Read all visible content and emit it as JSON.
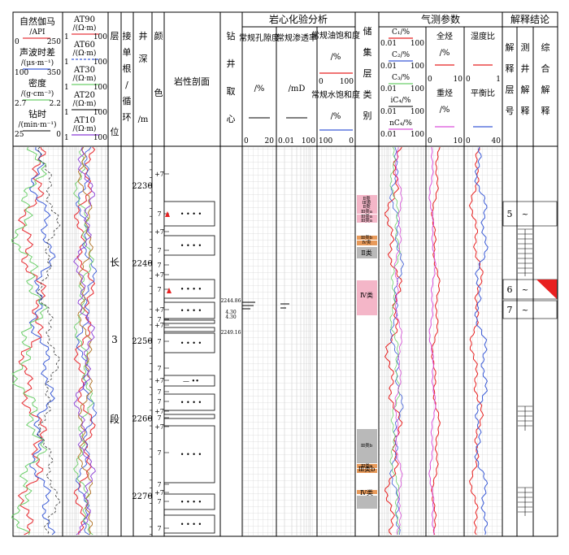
{
  "header": {
    "yanxin_title": "岩心化验分析",
    "qice_title": "气测参数",
    "jieshi_title": "解释结论"
  },
  "curve_tracks": [
    {
      "name": "自然伽马",
      "unit": "/API",
      "scale": [
        "0",
        "250"
      ],
      "color": "#e8383d"
    },
    {
      "name": "声波时差",
      "unit": "/(μs·m⁻¹)",
      "scale": [
        "100",
        "350"
      ],
      "color": "#3b5bd6"
    },
    {
      "name": "密度",
      "unit": "/(g·cm⁻³)",
      "scale": [
        "2.7",
        "2.2"
      ],
      "color": "#6ccf6a"
    },
    {
      "name": "钻时",
      "unit": "/(min·m⁻¹)",
      "scale": [
        "25",
        "0"
      ],
      "color": "#333333"
    }
  ],
  "resistivity_tracks": [
    {
      "name": "AT90",
      "unit": "/(Ω·m)",
      "scale": [
        "1",
        "100"
      ],
      "color": "#e8383d"
    },
    {
      "name": "AT60",
      "unit": "/(Ω·m)",
      "scale": [
        "1",
        "100"
      ],
      "color": "#3b5bd6"
    },
    {
      "name": "AT30",
      "unit": "/(Ω·m)",
      "scale": [
        "1",
        "100"
      ],
      "color": "#6ccf6a"
    },
    {
      "name": "AT20",
      "unit": "/(Ω·m)",
      "scale": [
        "1",
        "100"
      ],
      "color": "#333333"
    },
    {
      "name": "AT10",
      "unit": "/(Ω·m)",
      "scale": [
        "1",
        "100"
      ],
      "color": "#8a3bd6"
    }
  ],
  "columns": {
    "ceng": "层",
    "jie": "接单根/循环",
    "wei": "位",
    "jingshen": "井深",
    "jingshen_unit": "/m",
    "yanse": "颜色",
    "yanxing": "岩性剖面",
    "zuanjing": "钻井取心",
    "porosity": {
      "name": "常规孔隙度",
      "unit": "/%",
      "scale": [
        "0",
        "20"
      ]
    },
    "perm": {
      "name": "常规渗透率",
      "unit": "/mD",
      "scale": [
        "0.01",
        "100"
      ]
    },
    "oilsat": {
      "name": "常规油饱和度",
      "unit": "/%",
      "scale": [
        "0",
        "100"
      ]
    },
    "watersat": {
      "name": "常规水饱和度",
      "unit": "/%",
      "scale": [
        "100",
        "0"
      ]
    },
    "chuji": "储集层类别",
    "c1": {
      "name": "C₁/%",
      "scale": [
        "0.01",
        "100"
      ]
    },
    "c2": {
      "name": "C₂/%",
      "scale": [
        "0.01",
        "100"
      ]
    },
    "c3": {
      "name": "C₃/%",
      "scale": [
        "0.01",
        "100"
      ]
    },
    "ic4": {
      "name": "iC₄/%",
      "scale": [
        "0.01",
        "100"
      ]
    },
    "nc4": {
      "name": "nC₄/%",
      "scale": [
        "0.01",
        "100"
      ]
    },
    "quanting": {
      "name": "全烃",
      "unit": "/%",
      "scale": [
        "0",
        "10"
      ]
    },
    "zhongting": {
      "name": "重烃",
      "unit": "/%",
      "scale": [
        "0",
        "10"
      ]
    },
    "shidu": {
      "name": "湿度比",
      "scale": [
        "0",
        "1"
      ]
    },
    "pinghengbi": {
      "name": "平衡比",
      "scale": [
        "0",
        "40"
      ]
    },
    "jieshi_cenghao": "解释层号",
    "cejing_jieshi": "测井解释",
    "zonghe_jieshi": "综合解释"
  },
  "strata": {
    "chars": [
      "长",
      "3",
      "段"
    ]
  },
  "depth_ticks": [
    "2230",
    "2240",
    "2250",
    "2260",
    "2270"
  ],
  "color_codes": [
    "+7",
    "7",
    "+7",
    "7",
    "7",
    "+7",
    "7",
    "+7",
    "7",
    "+7",
    "7",
    "7",
    "+7",
    "7",
    "7",
    "+7",
    "7",
    "+7",
    "7",
    "7",
    "+7",
    "7",
    "7"
  ],
  "core": {
    "labels": [
      "2244.86",
      "4.30",
      "4.30",
      "2249.16"
    ]
  },
  "reservoir_labels": [
    "Ⅱ类",
    "Ⅲ类",
    "Ⅱ类",
    "Ⅲ类a",
    "Ⅲ类a",
    "Ⅲ类a",
    "Ⅲ类b",
    "Ⅳ类",
    "Ⅱ类",
    "Ⅳ类",
    "Ⅲ类b",
    "Ⅲ类a",
    "Ⅲ类b",
    "Ⅳ类"
  ],
  "interpretation": {
    "layers": [
      "5",
      "6",
      "7"
    ]
  },
  "colors": {
    "grid": "#b8b8b8",
    "reservoir_pink": "#f4b6c8",
    "reservoir_gray": "#b9b9b9",
    "reservoir_orange": "#e89a5a",
    "oil_red": "#e82020"
  }
}
